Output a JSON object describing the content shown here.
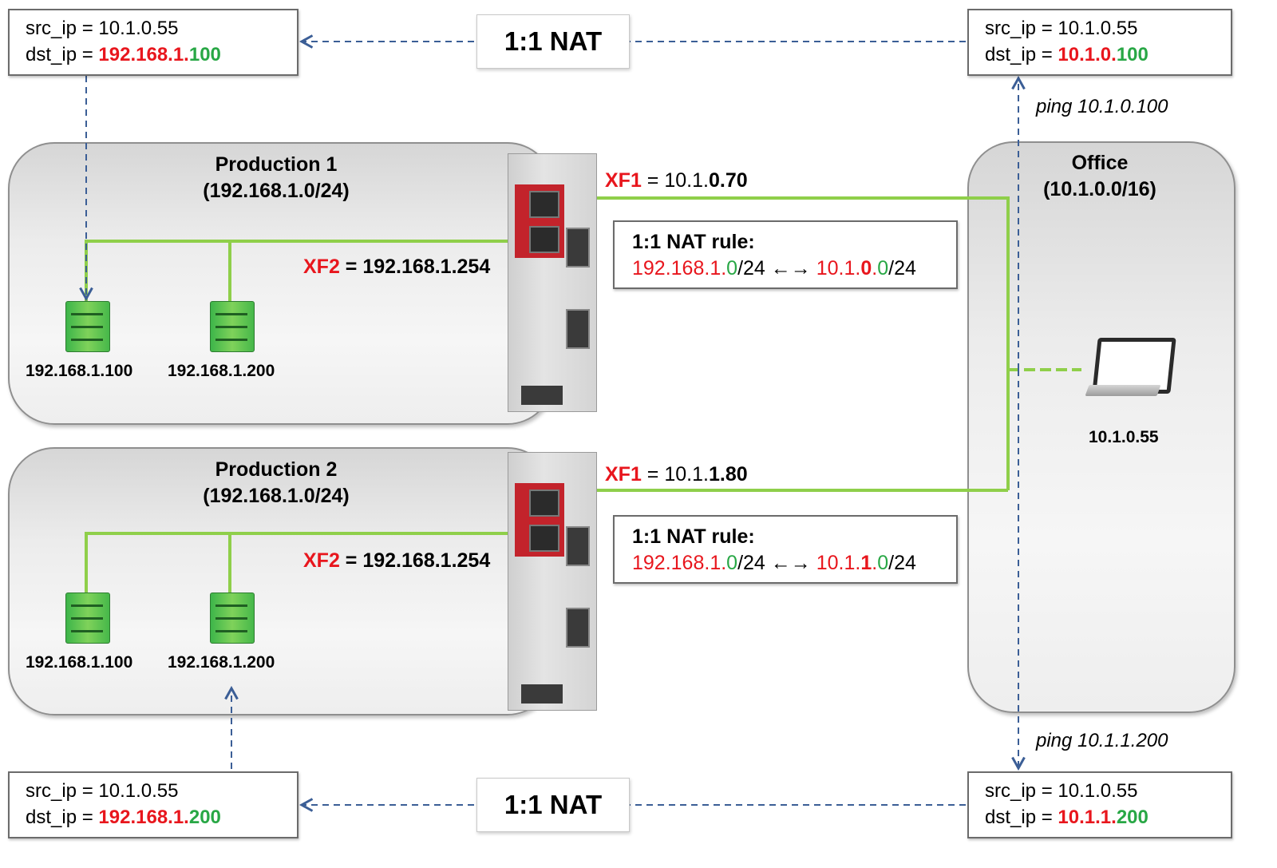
{
  "top_left_box": {
    "src": "src_ip = 10.1.0.55",
    "dst_prefix": "dst_ip = ",
    "dst_red": "192.168.1.",
    "dst_green": "100"
  },
  "top_right_box": {
    "src": "src_ip = 10.1.0.55",
    "dst_prefix": "dst_ip = ",
    "dst_red": "10.1.0.",
    "dst_green": "100"
  },
  "bottom_left_box": {
    "src": "src_ip = 10.1.0.55",
    "dst_prefix": "dst_ip = ",
    "dst_red": "192.168.1.",
    "dst_green": "200"
  },
  "bottom_right_box": {
    "src": "src_ip = 10.1.0.55",
    "dst_prefix": "dst_ip = ",
    "dst_red": "10.1.1.",
    "dst_green": "200"
  },
  "nat_labels": {
    "top": "1:1 NAT",
    "bottom": "1:1 NAT"
  },
  "pings": {
    "top": "ping 10.1.0.100",
    "bottom": "ping 10.1.1.200"
  },
  "production1": {
    "title": "Production 1",
    "subnet": "(192.168.1.0/24)",
    "xf1_name": "XF1",
    "xf1_rest": " = 10.1.",
    "xf1_bold": "0.70",
    "xf2_name": "XF2",
    "xf2_rest": " = 192.168.1.254",
    "device1": "192.168.1.100",
    "device2": "192.168.1.200",
    "rule": {
      "title": "1:1 NAT rule:",
      "a_red": "192.168.1.",
      "a_green": "0",
      "a_tail": "/24",
      "arrow": " ←→ ",
      "b_red1": "10.1.",
      "b_bold": "0",
      "b_red2": ".",
      "b_green": "0",
      "b_tail": "/24"
    }
  },
  "production2": {
    "title": "Production 2",
    "subnet": "(192.168.1.0/24)",
    "xf1_name": "XF1",
    "xf1_rest": " = 10.1.",
    "xf1_bold": "1.80",
    "xf2_name": "XF2",
    "xf2_rest": " = 192.168.1.254",
    "device1": "192.168.1.100",
    "device2": "192.168.1.200",
    "rule": {
      "title": "1:1 NAT rule:",
      "a_red": "192.168.1.",
      "a_green": "0",
      "a_tail": "/24",
      "arrow": " ←→ ",
      "b_red1": "10.1.",
      "b_bold": "1",
      "b_red2": ".",
      "b_green": "0",
      "b_tail": "/24"
    }
  },
  "office": {
    "title": "Office",
    "subnet": "(10.1.0.0/16)",
    "laptop_ip": "10.1.0.55"
  },
  "colors": {
    "link_green": "#8fcf4a",
    "dashed_blue": "#3b5e96",
    "accent_red": "#e8161d",
    "accent_green": "#28a745"
  }
}
